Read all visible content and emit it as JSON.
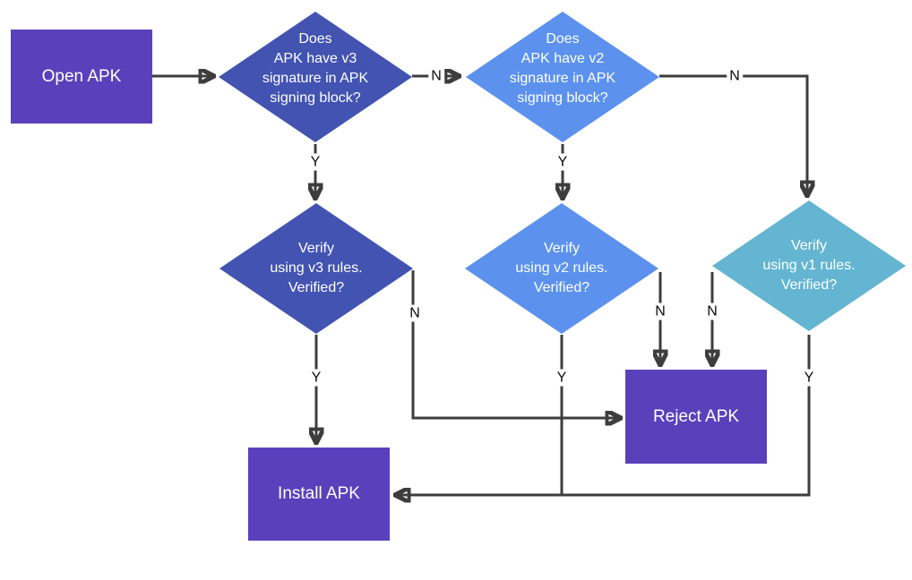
{
  "diagram": {
    "type": "flowchart",
    "background": "#ffffff",
    "line_color": "#3d3d3d"
  },
  "colors": {
    "process_purple": "#5b40bb",
    "decision_indigo": "#4353b1",
    "decision_blue": "#5c92ee",
    "decision_teal": "#63b5d1",
    "text_white": "#ffffff",
    "label_black": "#0a0a0a"
  },
  "nodes": {
    "open_apk": {
      "label": "Open APK",
      "shape": "rectangle",
      "color": "#5b40bb"
    },
    "v3_question": {
      "label": "Does\nAPK have v3\nsignature in APK\nsigning block?",
      "shape": "diamond",
      "color": "#4353b1"
    },
    "v2_question": {
      "label": "Does\nAPK have v2\nsignature in APK\nsigning block?",
      "shape": "diamond",
      "color": "#5c92ee"
    },
    "v3_verify": {
      "label": "Verify\nusing v3 rules.\nVerified?",
      "shape": "diamond",
      "color": "#4353b1"
    },
    "v2_verify": {
      "label": "Verify\nusing v2 rules.\nVerified?",
      "shape": "diamond",
      "color": "#5c92ee"
    },
    "v1_verify": {
      "label": "Verify\nusing v1 rules.\nVerified?",
      "shape": "diamond",
      "color": "#63b5d1"
    },
    "reject_apk": {
      "label": "Reject APK",
      "shape": "rectangle",
      "color": "#5b40bb"
    },
    "install_apk": {
      "label": "Install APK",
      "shape": "rectangle",
      "color": "#5b40bb"
    }
  },
  "edge_labels": {
    "v3_question_no": "N",
    "v3_question_yes": "Y",
    "v2_question_no": "N",
    "v2_question_yes": "Y",
    "v3_verify_no": "N",
    "v3_verify_yes": "Y",
    "v2_verify_no": "N",
    "v2_verify_yes": "Y",
    "v1_verify_no": "N",
    "v1_verify_yes": "Y"
  }
}
